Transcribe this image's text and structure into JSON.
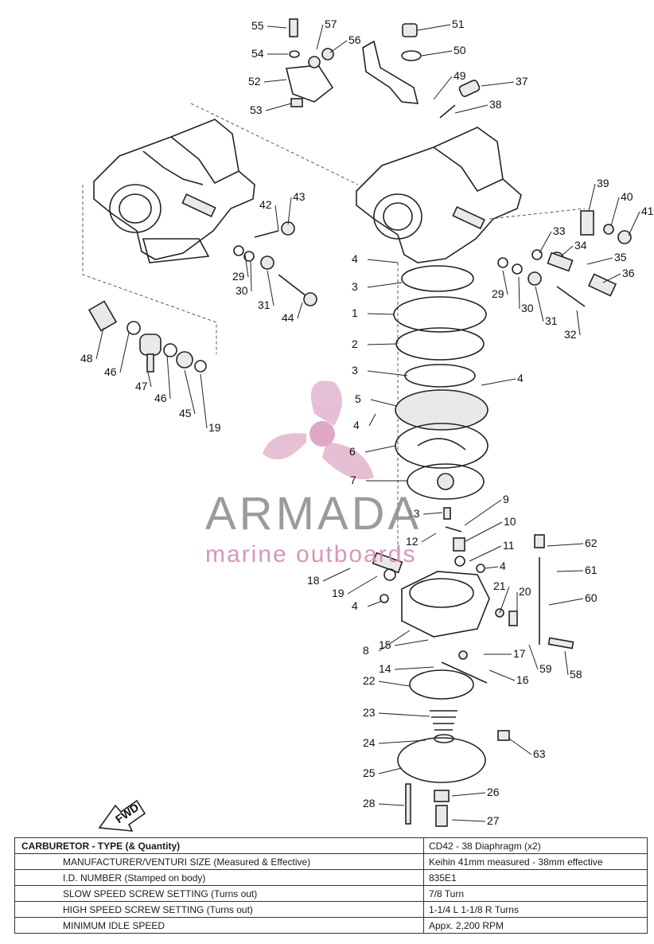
{
  "watermark": {
    "word": "ARMADA",
    "sub": "marine outboards"
  },
  "fwd_label": "FWD",
  "callouts": [
    "55",
    "57",
    "56",
    "51",
    "54",
    "50",
    "52",
    "49",
    "37",
    "53",
    "38",
    "43",
    "42",
    "39",
    "40",
    "41",
    "33",
    "34",
    "35",
    "36",
    "29",
    "30",
    "31",
    "44",
    "4",
    "3",
    "29",
    "30",
    "31",
    "32",
    "1",
    "48",
    "46",
    "47",
    "46",
    "45",
    "19",
    "2",
    "3",
    "4",
    "5",
    "4",
    "6",
    "7",
    "13",
    "9",
    "10",
    "12",
    "11",
    "18",
    "4",
    "62",
    "61",
    "19",
    "21",
    "20",
    "60",
    "4",
    "8",
    "15",
    "17",
    "14",
    "59",
    "16",
    "58",
    "22",
    "23",
    "24",
    "63",
    "25",
    "26",
    "28",
    "27"
  ],
  "table": {
    "rows": [
      {
        "label": "CARBURETOR - TYPE (& Quantity)",
        "value": "CD42 - 38 Diaphragm (x2)"
      },
      {
        "label": "MANUFACTURER/VENTURI SIZE (Measured & Effective)",
        "value": "Keihin    41mm measured - 38mm effective"
      },
      {
        "label": "I.D. NUMBER (Stamped on body)",
        "value": "835E1"
      },
      {
        "label": "SLOW SPEED SCREW SETTING (Turns out)",
        "value": "7/8 Turn"
      },
      {
        "label": "HIGH SPEED SCREW SETTING (Turns out)",
        "value": "1-1/4 L       1-1/8 R Turns"
      },
      {
        "label": "MINIMUM IDLE SPEED",
        "value": "Appx. 2,200 RPM"
      }
    ]
  }
}
